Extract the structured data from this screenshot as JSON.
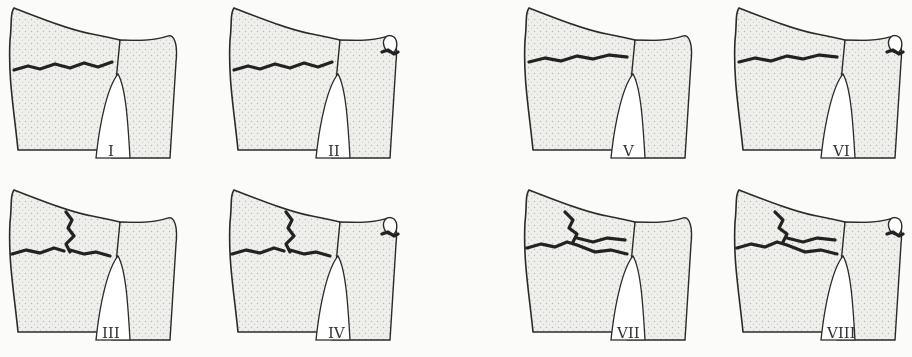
{
  "panels": [
    {
      "label": "I",
      "ulnar_fracture": false,
      "pattern": "transverse"
    },
    {
      "label": "II",
      "ulnar_fracture": true,
      "pattern": "transverse"
    },
    {
      "label": "III",
      "ulnar_fracture": false,
      "pattern": "radiocarpal"
    },
    {
      "label": "IV",
      "ulnar_fracture": true,
      "pattern": "radiocarpal"
    },
    {
      "label": "V",
      "ulnar_fracture": false,
      "pattern": "radioulnar"
    },
    {
      "label": "VI",
      "ulnar_fracture": true,
      "pattern": "radioulnar"
    },
    {
      "label": "VII",
      "ulnar_fracture": false,
      "pattern": "comminuted"
    },
    {
      "label": "VIII",
      "ulnar_fracture": true,
      "pattern": "comminuted"
    }
  ]
}
